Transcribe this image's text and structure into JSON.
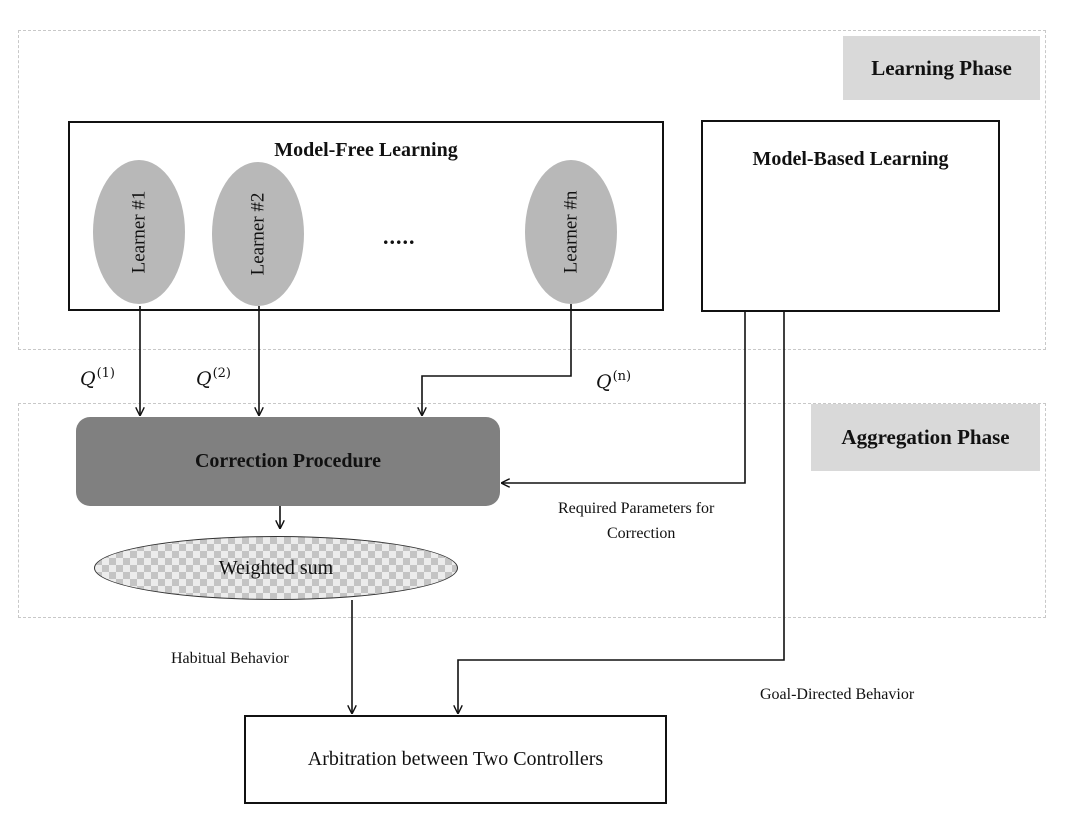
{
  "phases": {
    "learning": "Learning Phase",
    "aggregation": "Aggregation Phase"
  },
  "model_free": {
    "title": "Model-Free Learning",
    "learners": [
      "Learner #1",
      "Learner #2",
      "Learner #n"
    ],
    "ellipsis": "....."
  },
  "model_based": {
    "title": "Model-Based Learning"
  },
  "q_labels": [
    {
      "base": "Q",
      "sup": "(1)"
    },
    {
      "base": "Q",
      "sup": "(2)"
    },
    {
      "base": "Q",
      "sup": "(n)"
    }
  ],
  "correction": "Correction Procedure",
  "weighted_sum": "Weighted sum",
  "required_params": {
    "line1": "Required Parameters for",
    "line2": "Correction"
  },
  "habitual": "Habitual Behavior",
  "goal_directed": "Goal-Directed Behavior",
  "arbitration": "Arbitration between Two Controllers",
  "colors": {
    "correction_fill": "#808080",
    "learner_fill": "#b8b8b8",
    "phase_label_fill": "#d9d9d9"
  }
}
